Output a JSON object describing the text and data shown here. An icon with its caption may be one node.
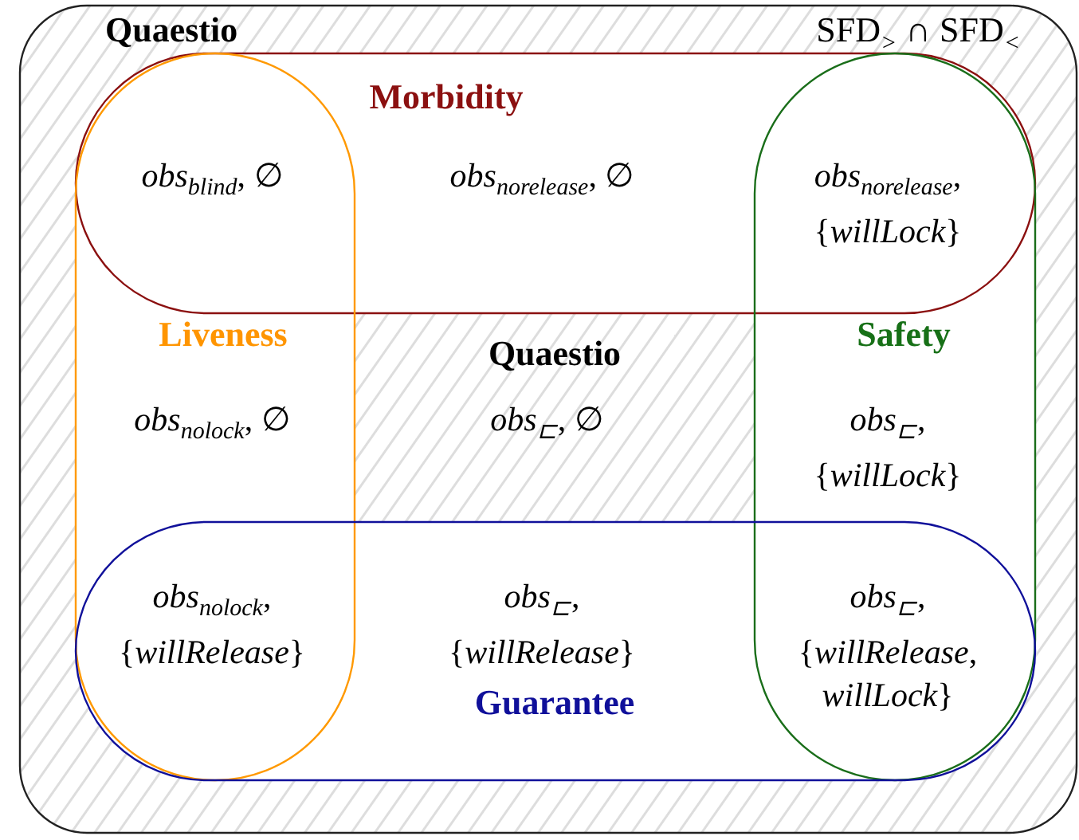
{
  "diagram": {
    "nodes": [
      {
        "text": [
          "Quaestio",
          "SFD$_{>}$ ∩ SFD$_{<}$"
        ]
      },
      {
        "text": [
          "Morbidity"
        ],
        "in": 0
      },
      {
        "text": [
          "Liveness"
        ],
        "in": 0
      },
      {
        "text": [
          "Safety"
        ],
        "in": 0
      },
      {
        "text": [
          "Guarantee"
        ],
        "in": 0
      }
    ],
    "labels": [
      "*obs*$_{blind}$, ∅",
      "*obs*$_{norelease}$, ∅",
      "*obs*$_{norelease}$, {*willLock*}",
      "Quaestio",
      "*obs*$_{nolock}$, ∅",
      "*obs*$_{⊏}$, ∅",
      "*obs*$_{⊏}$, {*willLock*}",
      "*obs*$_{nolock}$, {*willRelease*}",
      "*obs*$_{⊏}$, {*willRelease*}",
      "*obs*$_{⊏}$, {*willRelease*, *willLock*}"
    ]
  }
}
